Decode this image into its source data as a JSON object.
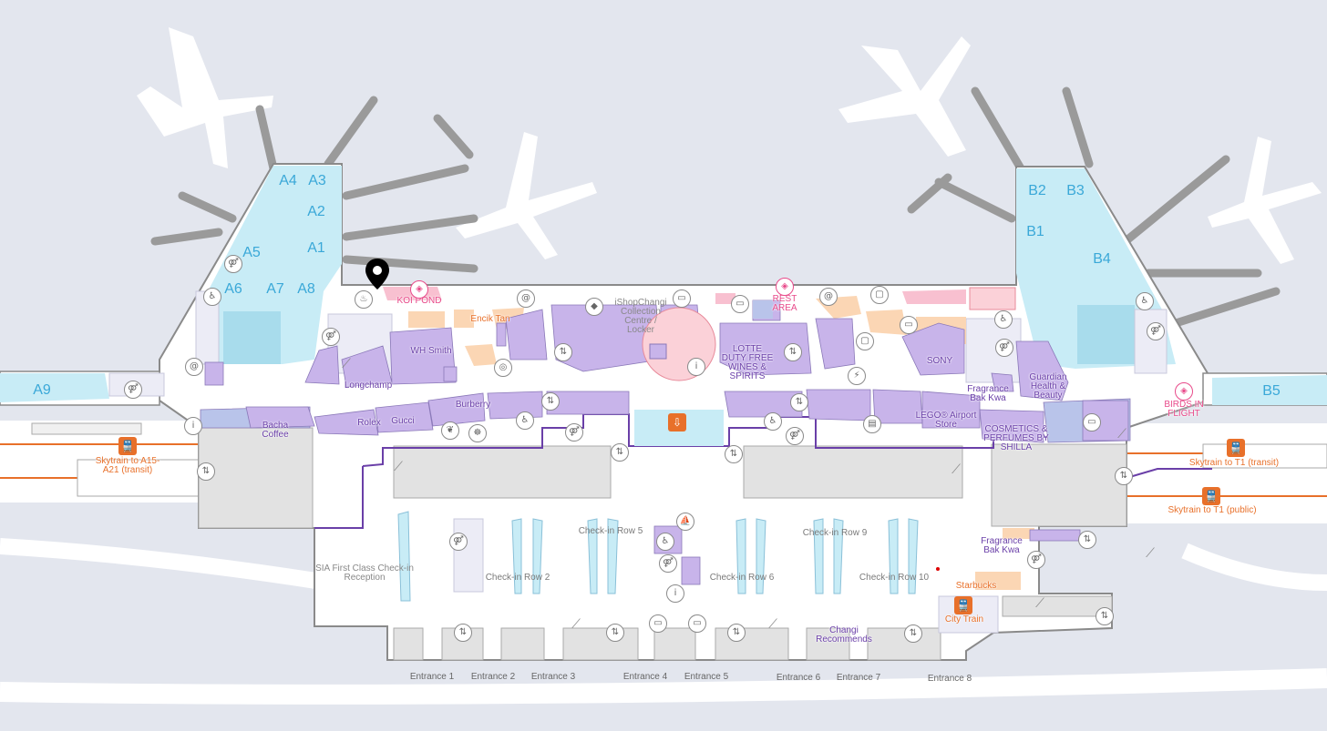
{
  "gates": {
    "A1": "A1",
    "A2": "A2",
    "A3": "A3",
    "A4": "A4",
    "A5": "A5",
    "A6": "A6",
    "A7": "A7",
    "A8": "A8",
    "A9": "A9",
    "B1": "B1",
    "B2": "B2",
    "B3": "B3",
    "B4": "B4",
    "B5": "B5"
  },
  "places": {
    "koi_pond": "KOI POND",
    "enclik_tan": "Encik Tan",
    "ishopchangi": "iShopChangi Collection Centre / Locker",
    "rest_area": "REST AREA",
    "wh_smith": "WH Smith",
    "lotte": "LOTTE DUTY FREE WINES & SPIRITS",
    "sony": "SONY",
    "fragrance_bak_kwa_1": "Fragrance Bak Kwa",
    "guardian": "Guardian Health & Beauty",
    "longchamp": "Longchamp",
    "burberry": "Burberry",
    "bacha_coffee": "Bacha Coffee",
    "rolex": "Rolex",
    "gucci": "Gucci",
    "lego": "LEGO® Airport Store",
    "cosmetics": "COSMETICS & PERFUMES BY SHILLA",
    "birds_in_flight": "BIRDS IN FLIGHT",
    "skytrain_a15": "Skytrain to A15-A21 (transit)",
    "skytrain_t1_transit": "Skytrain to T1 (transit)",
    "skytrain_t1_public": "Skytrain to T1 (public)",
    "sia_first": "SIA First Class Check-in Reception",
    "fragrance_bak_kwa_2": "Fragrance Bak Kwa",
    "starbucks": "Starbucks",
    "city_train": "City Train",
    "changi_recommends": "Changi Recommends"
  },
  "checkin": {
    "row2": "Check-in Row 2",
    "row5": "Check-in Row 5",
    "row6": "Check-in Row 6",
    "row9": "Check-in Row 9",
    "row10": "Check-in Row 10"
  },
  "entrances": [
    "Entrance 1",
    "Entrance 2",
    "Entrance 3",
    "Entrance 4",
    "Entrance 5",
    "Entrance 6",
    "Entrance 7",
    "Entrance 8"
  ],
  "colors": {
    "background": "#e3e6ee",
    "terminal": "#ffffff",
    "gate_hold": "#c8ecf6",
    "shop": "#c8b4ea",
    "dining": "#fbd6b4",
    "service": "#e6e6f2",
    "skytrain": "#e8702a",
    "accent_purple": "#6a3fa8"
  },
  "icons": {
    "toilet": "toilet-icon",
    "info": "info-icon",
    "wifi": "at-icon",
    "lift": "lift-icon",
    "escalator": "escalator-icon",
    "baggage": "baggage-icon",
    "location_pin": "location-pin-icon"
  }
}
